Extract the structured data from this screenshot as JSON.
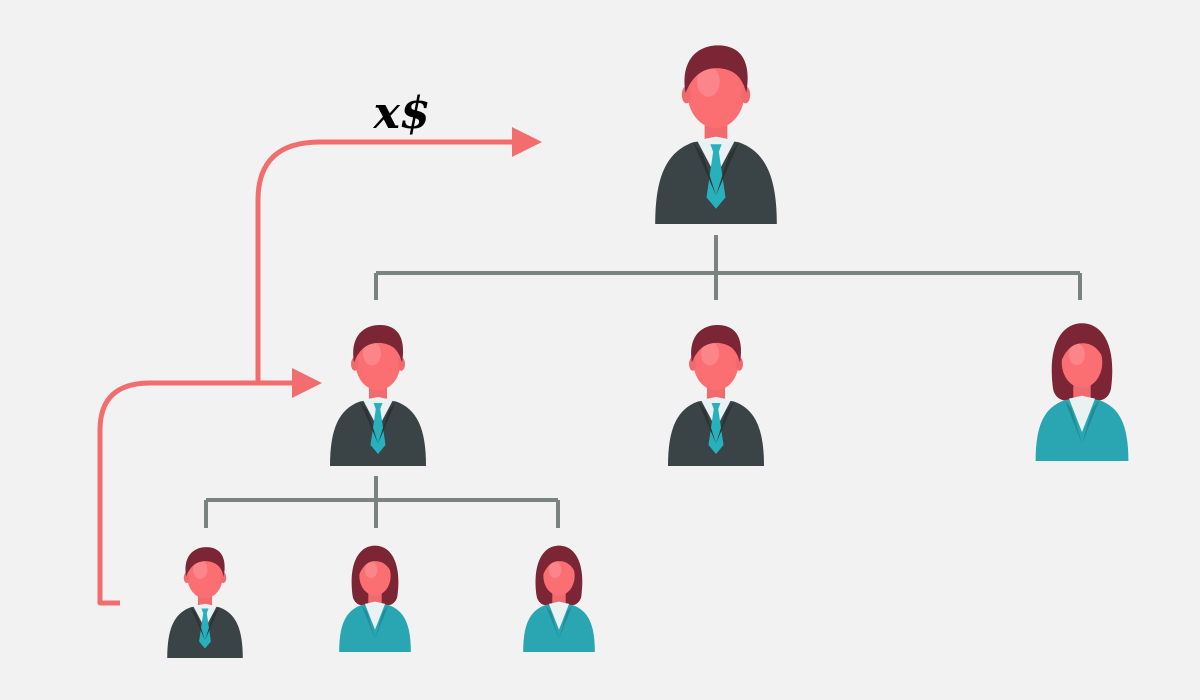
{
  "diagram": {
    "flow_label": "x$",
    "colors": {
      "background": "#f2f2f2",
      "arrow": "#f26e6e",
      "connector": "#7b8380",
      "face": "#fb6f73",
      "hair": "#7c2535",
      "suit_dark": "#3a4345",
      "suit_teal": "#2aa6b3",
      "tie": "#26b1bd",
      "shirt": "#e9f1f3"
    },
    "nodes": [
      {
        "id": "boss",
        "role": "top-manager",
        "gender": "male"
      },
      {
        "id": "mid-left",
        "role": "middle-manager",
        "gender": "male"
      },
      {
        "id": "mid-center",
        "role": "middle-manager",
        "gender": "male"
      },
      {
        "id": "mid-right",
        "role": "middle-manager",
        "gender": "female"
      },
      {
        "id": "low-1",
        "role": "employee",
        "gender": "male"
      },
      {
        "id": "low-2",
        "role": "employee",
        "gender": "female"
      },
      {
        "id": "low-3",
        "role": "employee",
        "gender": "female"
      }
    ],
    "relations": [
      {
        "from": "boss",
        "to": [
          "mid-left",
          "mid-center",
          "mid-right"
        ]
      },
      {
        "from": "mid-left",
        "to": [
          "low-1",
          "low-2",
          "low-3"
        ]
      }
    ],
    "money_flow": [
      "low-1",
      "mid-left",
      "boss"
    ]
  }
}
